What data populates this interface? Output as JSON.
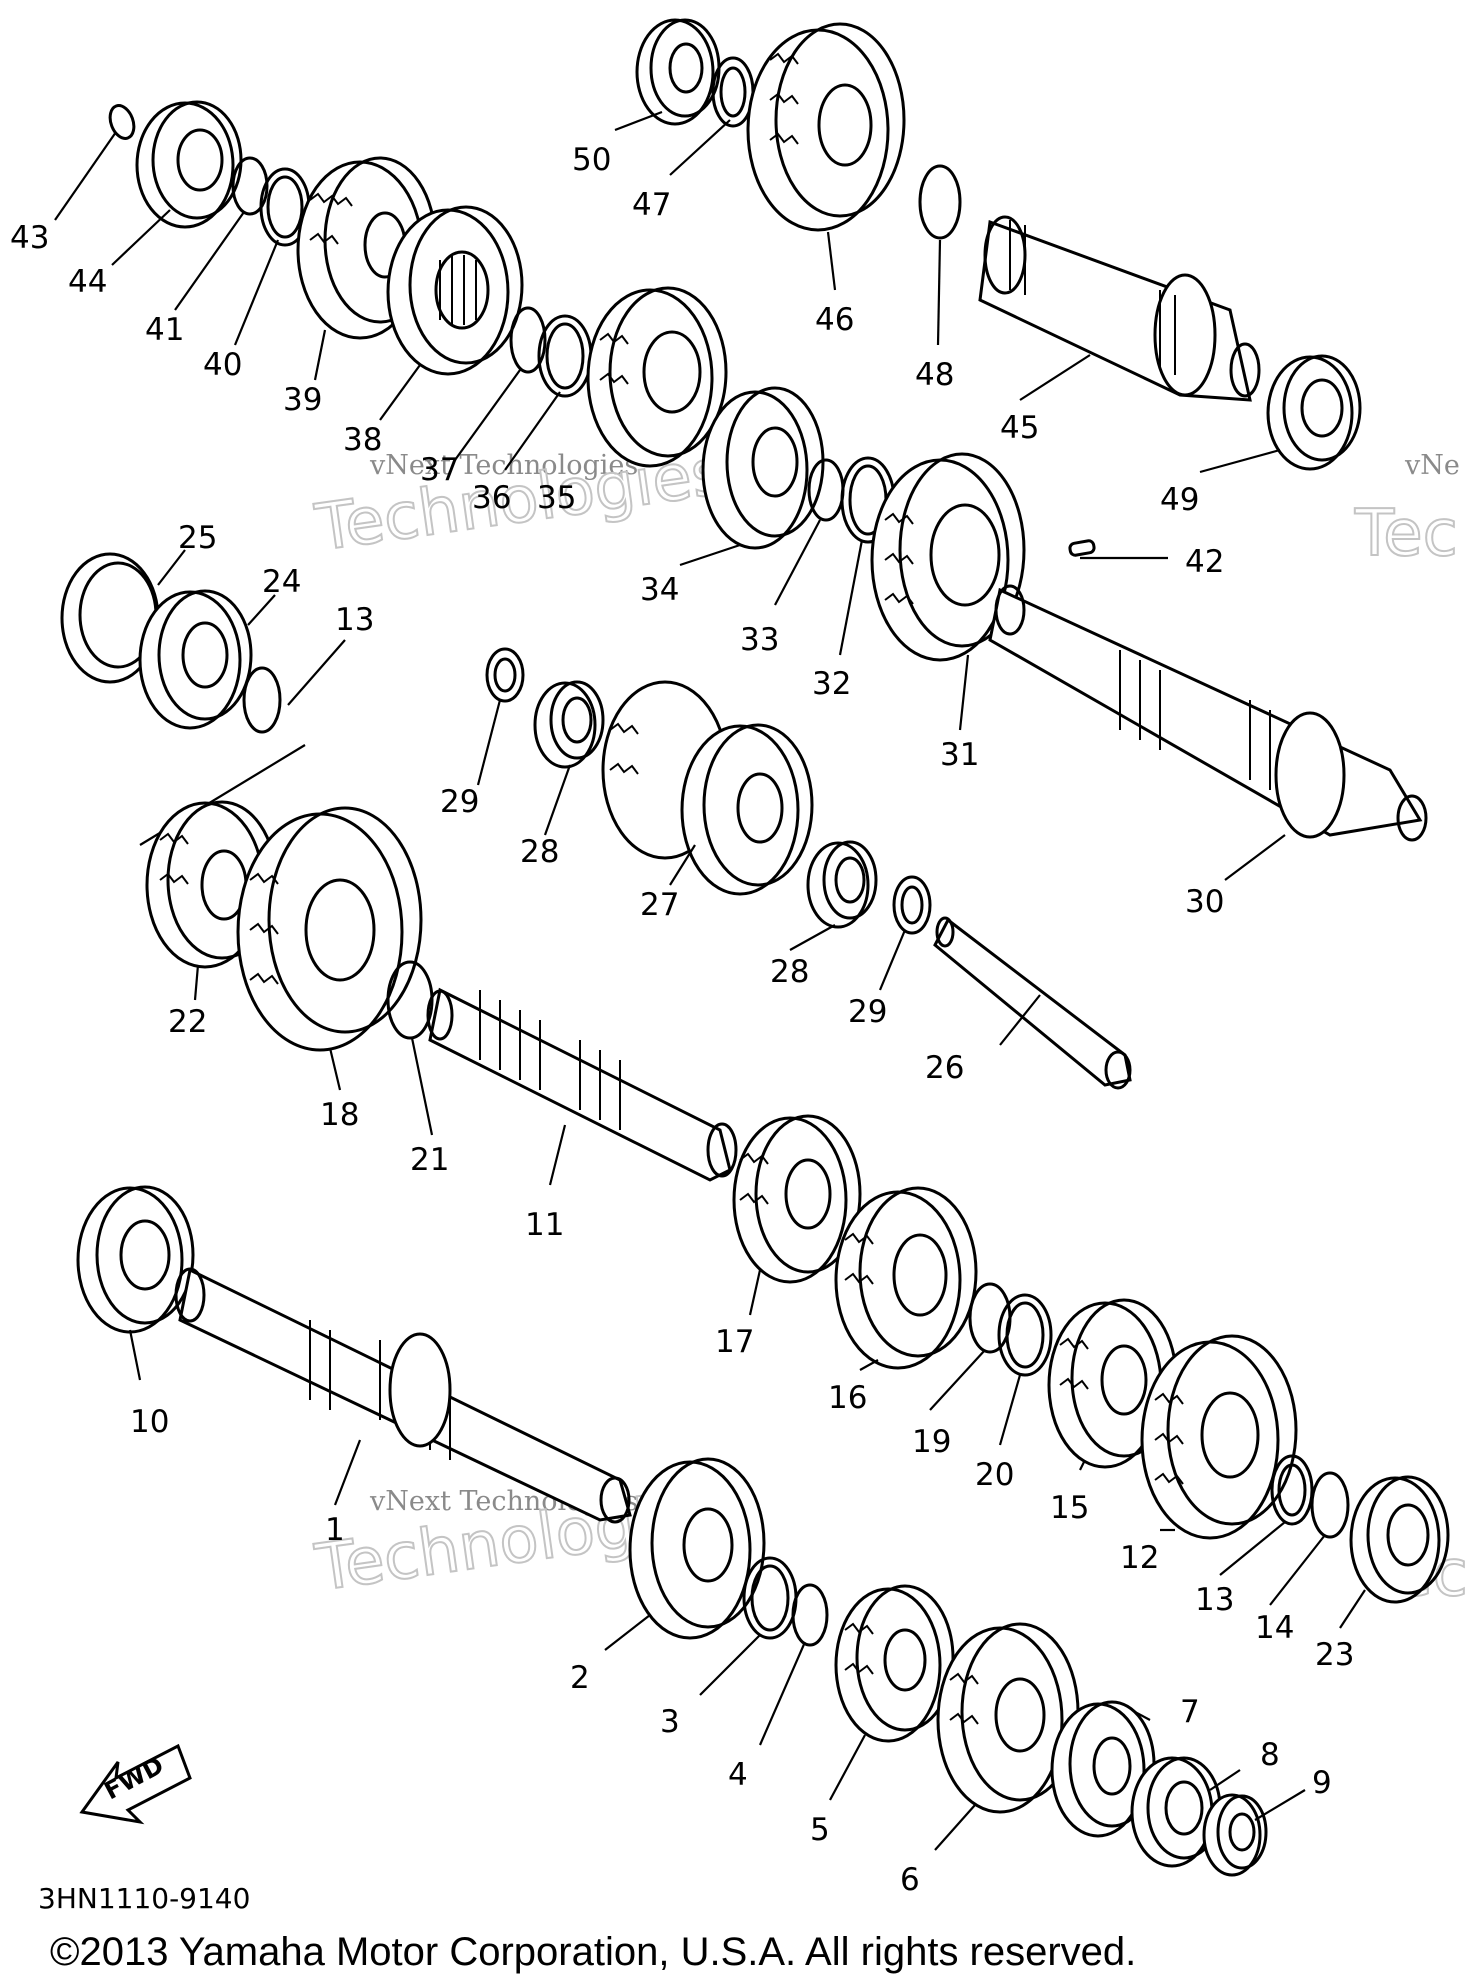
{
  "diagram": {
    "part_labels": [
      "1",
      "2",
      "3",
      "4",
      "5",
      "6",
      "7",
      "8",
      "9",
      "10",
      "11",
      "12",
      "13",
      "14",
      "15",
      "16",
      "17",
      "18",
      "19",
      "20",
      "21",
      "22",
      "23",
      "24",
      "25",
      "26",
      "27",
      "28",
      "29",
      "30",
      "31",
      "32",
      "33",
      "34",
      "35",
      "36",
      "37",
      "38",
      "39",
      "40",
      "41",
      "42",
      "43",
      "44",
      "45",
      "46",
      "47",
      "48",
      "49",
      "50"
    ],
    "fwd_label": "FWD",
    "diagram_code": "3HN1110-9140",
    "copyright": "©2013 Yamaha Motor Corporation, U.S.A. All rights reserved.",
    "watermark_line1": "vNext Technologies",
    "watermark_line2": "Technologies",
    "watermark_short": "vNe",
    "watermark_short2": "Tec"
  }
}
